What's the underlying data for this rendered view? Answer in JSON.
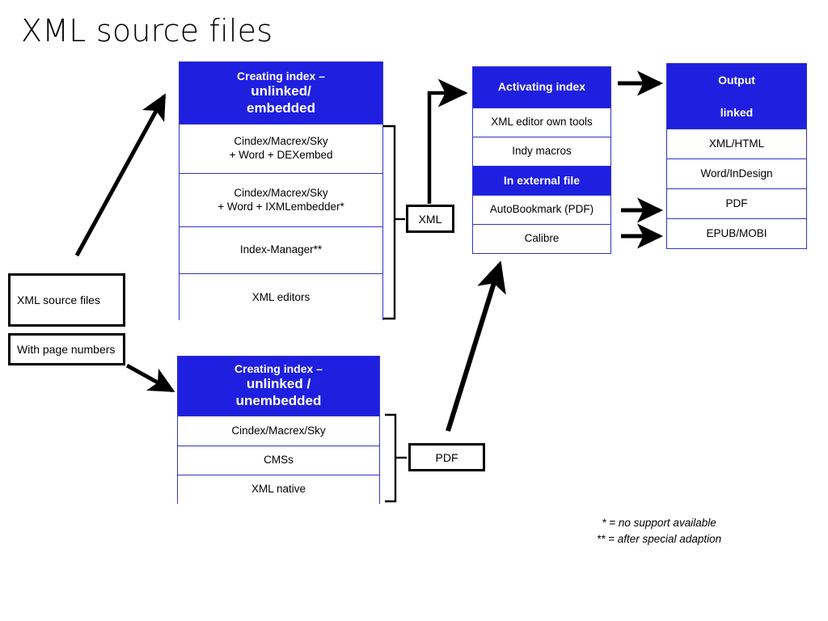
{
  "title": "XML source files",
  "colors": {
    "header_blue": "#1f1fe0",
    "box_border_blue": "#3333cc",
    "arrow_black": "#000000",
    "text_white": "#ffffff",
    "text_black": "#000000"
  },
  "source_boxes": [
    {
      "label": "XML source files"
    },
    {
      "label": "With page numbers"
    }
  ],
  "creating_embedded": {
    "header": {
      "line1": "Creating index –",
      "line2": "unlinked/",
      "line3": "embedded"
    },
    "rows": [
      {
        "line1": "Cindex/Macrex/Sky",
        "line2": "+ Word + DEXembed",
        "blue": false
      },
      {
        "line1": "Cindex/Macrex/Sky",
        "line2": "+ Word + IXMLembedder*",
        "blue": false
      },
      {
        "line1": "Index-Manager**",
        "line2": "",
        "blue": false
      },
      {
        "line1": "XML editors",
        "line2": "",
        "blue": false
      }
    ]
  },
  "creating_unembedded": {
    "header": {
      "line1": "Creating index –",
      "line2": "unlinked /",
      "line3": "unembedded"
    },
    "rows": [
      {
        "line1": "Cindex/Macrex/Sky",
        "line2": "",
        "blue": false
      },
      {
        "line1": "CMSs",
        "line2": "",
        "blue": false
      },
      {
        "line1": "XML native",
        "line2": "",
        "blue": false
      }
    ]
  },
  "activating_index": {
    "header": {
      "line1": "Activating index"
    },
    "rows": [
      {
        "line1": "XML editor own tools",
        "blue": false
      },
      {
        "line1": "Indy macros",
        "blue": false
      },
      {
        "line1": "In external file",
        "blue": true
      },
      {
        "line1": "AutoBookmark (PDF)",
        "blue": false
      },
      {
        "line1": "Calibre",
        "blue": false
      }
    ]
  },
  "output": {
    "header": {
      "line1": "Output",
      "line2": "linked"
    },
    "rows": [
      {
        "line1": "XML/HTML"
      },
      {
        "line1": "Word/InDesign"
      },
      {
        "line1": "PDF"
      },
      {
        "line1": "EPUB/MOBI"
      }
    ]
  },
  "intermediate_boxes": [
    {
      "label": "XML"
    },
    {
      "label": "PDF"
    }
  ],
  "footnotes": {
    "line1": "* = no support available",
    "line2": "** = after special adaption"
  }
}
